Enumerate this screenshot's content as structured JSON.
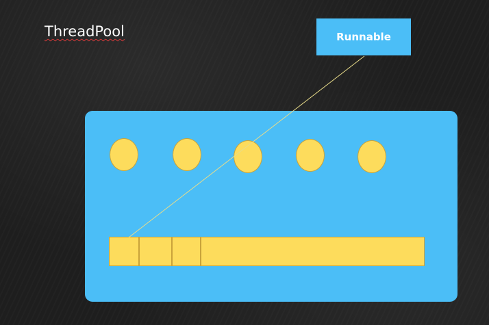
{
  "slide": {
    "title": "ThreadPool"
  },
  "runnable": {
    "label": "Runnable"
  },
  "pool": {
    "threads": 5,
    "queue_slots": 4
  },
  "colors": {
    "background": "#1e1e1e",
    "pool_fill": "#4bbef7",
    "runnable_fill": "#4bbef7",
    "thread_fill": "#fddc5c",
    "queue_fill": "#fddc5c",
    "connector_line": "#e8dc8a"
  }
}
